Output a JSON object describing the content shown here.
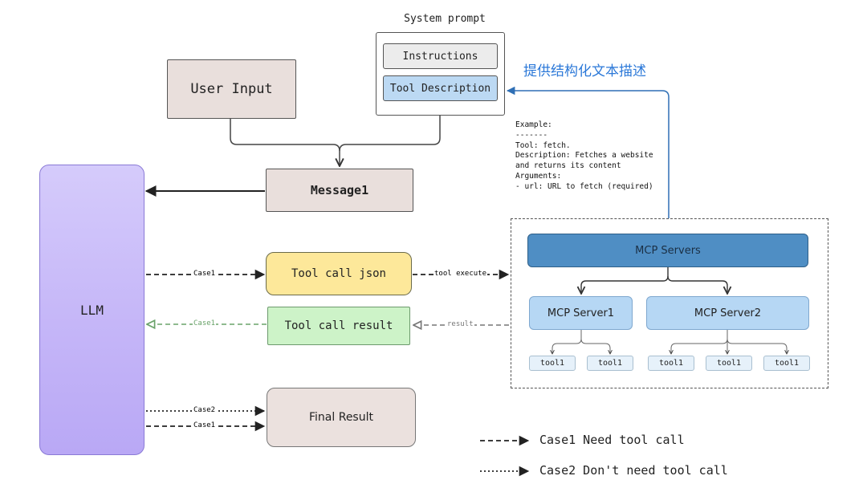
{
  "system_prompt": {
    "title": "System prompt",
    "instructions": "Instructions",
    "tool_description": "Tool Description"
  },
  "chinese_label": "提供结构化文本描述",
  "user_input": "User Input",
  "message1": "Message1",
  "llm": "LLM",
  "tool_call_json": "Tool call json",
  "tool_call_result": "Tool call result",
  "final_result": "Final Result",
  "example": {
    "lines": [
      "Example:",
      "-------",
      "Tool: fetch.",
      "Description: Fetches a website",
      "and returns its content",
      "Arguments:",
      "- url: URL to fetch (required)"
    ]
  },
  "mcp": {
    "servers": "MCP Servers",
    "server1": "MCP Server1",
    "server2": "MCP Server2",
    "tools": [
      "tool1",
      "tool1",
      "tool1",
      "tool1",
      "tool1"
    ]
  },
  "edge_labels": {
    "case1_call": "Case1",
    "tool_execute": "tool execute",
    "case1_result": "Case1",
    "result": "result",
    "case2_final": "Case2",
    "case1_final": "Case1"
  },
  "legend": {
    "case1": "Case1 Need tool call",
    "case2": "Case2 Don't need tool call"
  },
  "colors": {
    "llm": "#c5b6f8",
    "tool_call_json": "#fde89a",
    "tool_call_result": "#cdf3c8",
    "mcp_servers": "#4f8ec4",
    "mcp_server": "#b6d7f4",
    "tool_description": "#bcd9f3",
    "accent_blue": "#2b78d8",
    "result_arrow": "#6aa36a"
  }
}
